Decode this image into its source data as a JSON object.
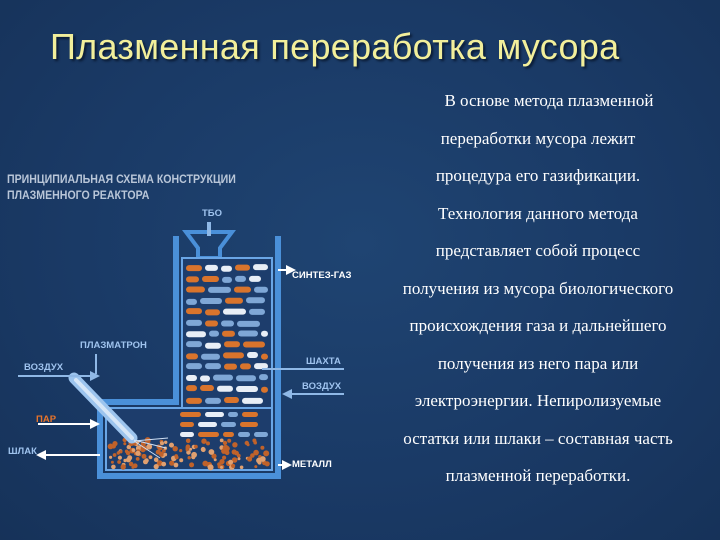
{
  "slide": {
    "title": "Плазменная переработка мусора",
    "body_lines": [
      "В основе метода плазменной",
      "переработки мусора лежит",
      "процедура его газификации.",
      "Технология данного метода",
      "представляет собой процесс",
      "получения из мусора биологического",
      "происхождения газа и дальнейшего",
      "получения из него пара или",
      "электроэнергии. Непиролизуемые",
      "остатки или шлаки – составная часть",
      "плазменной переработки."
    ]
  },
  "diagram": {
    "caption_line1": "ПРИНЦИПИАЛЬНАЯ СХЕМА КОНСТРУКЦИИ",
    "caption_line2": "ПЛАЗМЕННОГО РЕАКТОРА",
    "labels": {
      "tbo": "ТБО",
      "syngas": "СИНТЕЗ-ГАЗ",
      "plasmatron": "ПЛАЗМАТРОН",
      "air_left": "ВОЗДУХ",
      "shaft": "ШАХТА",
      "air_right": "ВОЗДУХ",
      "steam": "ПАР",
      "slag": "ШЛАК",
      "metal": "МЕТАЛЛ"
    },
    "colors": {
      "wall": "#4a90d9",
      "arrow_light": "#8fb8e6",
      "arrow_bright": "#ffffff",
      "steam_label": "#e8742a",
      "fill_orange": "#d9742c",
      "fill_blue": "#7fa7d6",
      "fill_white": "#e8eef6",
      "pellet": "#c0622a"
    }
  }
}
